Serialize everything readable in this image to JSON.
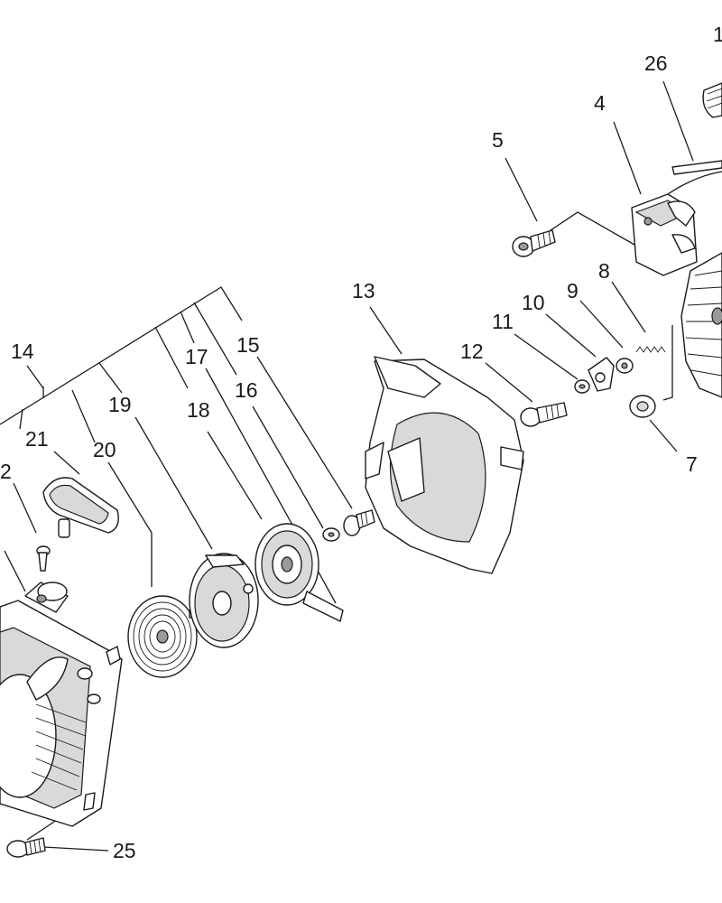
{
  "labels": {
    "l1": "1",
    "l2": "2",
    "l4": "4",
    "l5": "5",
    "l7": "7",
    "l8": "8",
    "l9": "9",
    "l10": "10",
    "l11": "11",
    "l12": "12",
    "l13": "13",
    "l14": "14",
    "l15": "15",
    "l16": "16",
    "l17": "17",
    "l18": "18",
    "l19": "19",
    "l20": "20",
    "l21": "21",
    "l25": "25",
    "l26": "26"
  }
}
